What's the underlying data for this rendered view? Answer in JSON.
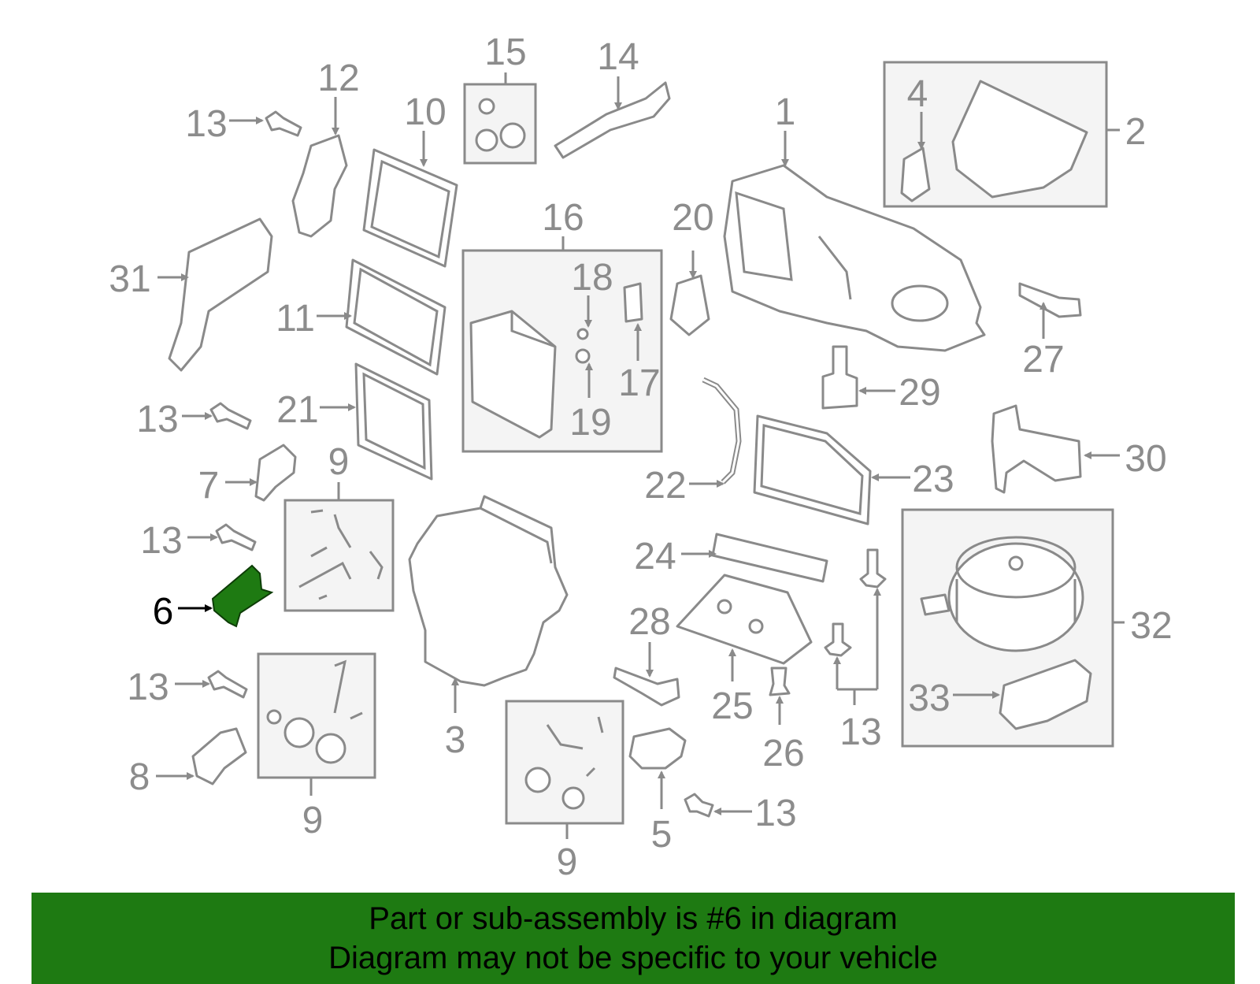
{
  "callouts": {
    "n1": "1",
    "n2": "2",
    "n3": "3",
    "n4": "4",
    "n5": "5",
    "n6": "6",
    "n7": "7",
    "n8": "8",
    "n9a": "9",
    "n9b": "9",
    "n9c": "9",
    "n10": "10",
    "n11": "11",
    "n12": "12",
    "n13a": "13",
    "n13b": "13",
    "n13c": "13",
    "n13d": "13",
    "n13e": "13",
    "n13f": "13",
    "n14": "14",
    "n15": "15",
    "n16": "16",
    "n17": "17",
    "n18": "18",
    "n19": "19",
    "n20": "20",
    "n21": "21",
    "n22": "22",
    "n23": "23",
    "n24": "24",
    "n25": "25",
    "n26": "26",
    "n27": "27",
    "n28": "28",
    "n29": "29",
    "n30": "30",
    "n31": "31",
    "n32": "32",
    "n33": "33"
  },
  "highlighted_part": "6",
  "colors": {
    "highlight": "#1e7a12",
    "banner": "#1e7a12",
    "line": "#8a8a8a",
    "text": "#8c8c8c"
  },
  "banner": {
    "line1": "Part or sub-assembly is #6 in diagram",
    "line2": "Diagram may not be specific to your vehicle"
  }
}
